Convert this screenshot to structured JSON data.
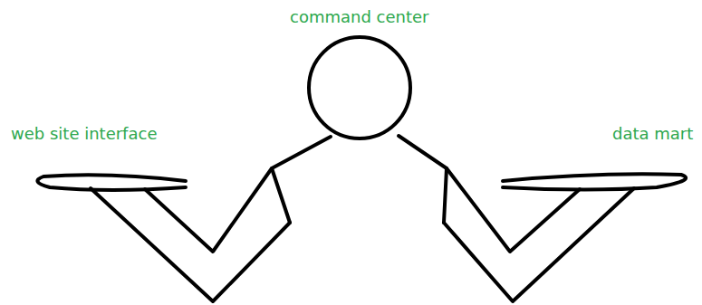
{
  "diagram": {
    "labels": [
      "command center",
      "web site interface",
      "data mart"
    ]
  }
}
